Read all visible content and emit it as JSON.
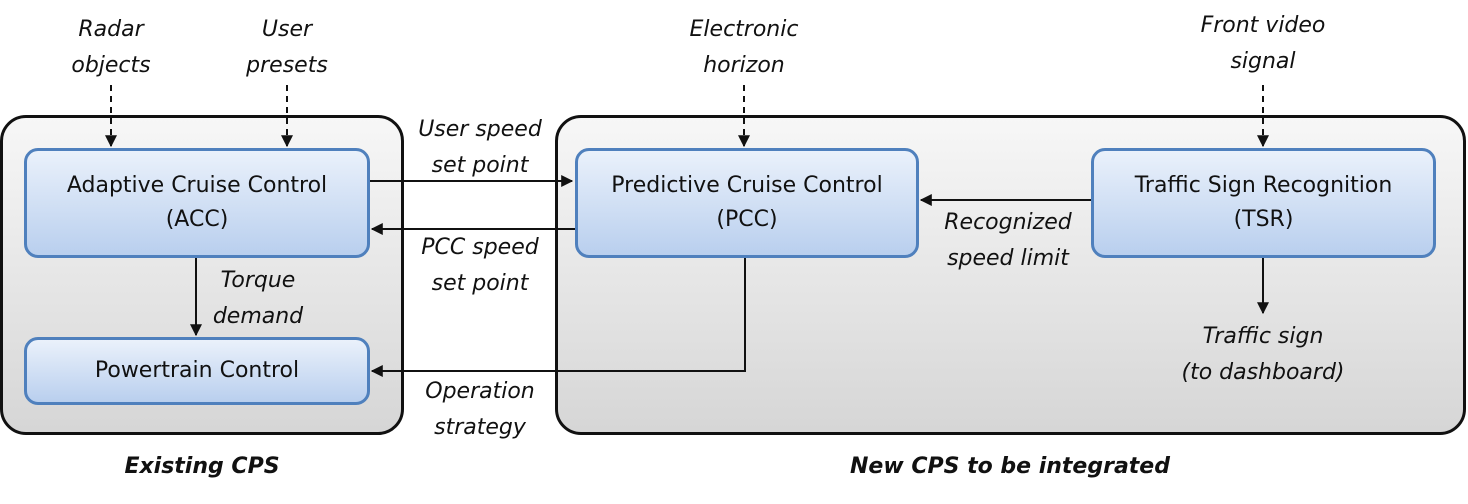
{
  "containers": {
    "existing": {
      "caption": "Existing CPS"
    },
    "new": {
      "caption": "New CPS to be integrated"
    }
  },
  "blocks": {
    "acc": {
      "name": "Adaptive Cruise Control",
      "abbr": "(ACC)"
    },
    "powertrain": {
      "name": "Powertrain Control"
    },
    "pcc": {
      "name": "Predictive Cruise Control",
      "abbr": "(PCC)"
    },
    "tsr": {
      "name": "Traffic Sign Recognition",
      "abbr": "(TSR)"
    }
  },
  "inputs": {
    "radar": [
      "Radar",
      "objects"
    ],
    "user_presets": [
      "User",
      "presets"
    ],
    "electronic_horizon": [
      "Electronic",
      "horizon"
    ],
    "front_video": [
      "Front video",
      "signal"
    ]
  },
  "signals": {
    "user_speed": [
      "User speed",
      "set point"
    ],
    "pcc_speed": [
      "PCC speed",
      "set point"
    ],
    "operation": [
      "Operation",
      "strategy"
    ],
    "torque": [
      "Torque",
      "demand"
    ],
    "recognized": [
      "Recognized",
      "speed limit"
    ],
    "traffic_sign": [
      "Traffic sign",
      "(to dashboard)"
    ]
  },
  "colors": {
    "block_border": "#4f80bd",
    "block_fill_top": "#eaf1fb",
    "block_fill_bottom": "#b9cfee",
    "container_border": "#111111"
  }
}
